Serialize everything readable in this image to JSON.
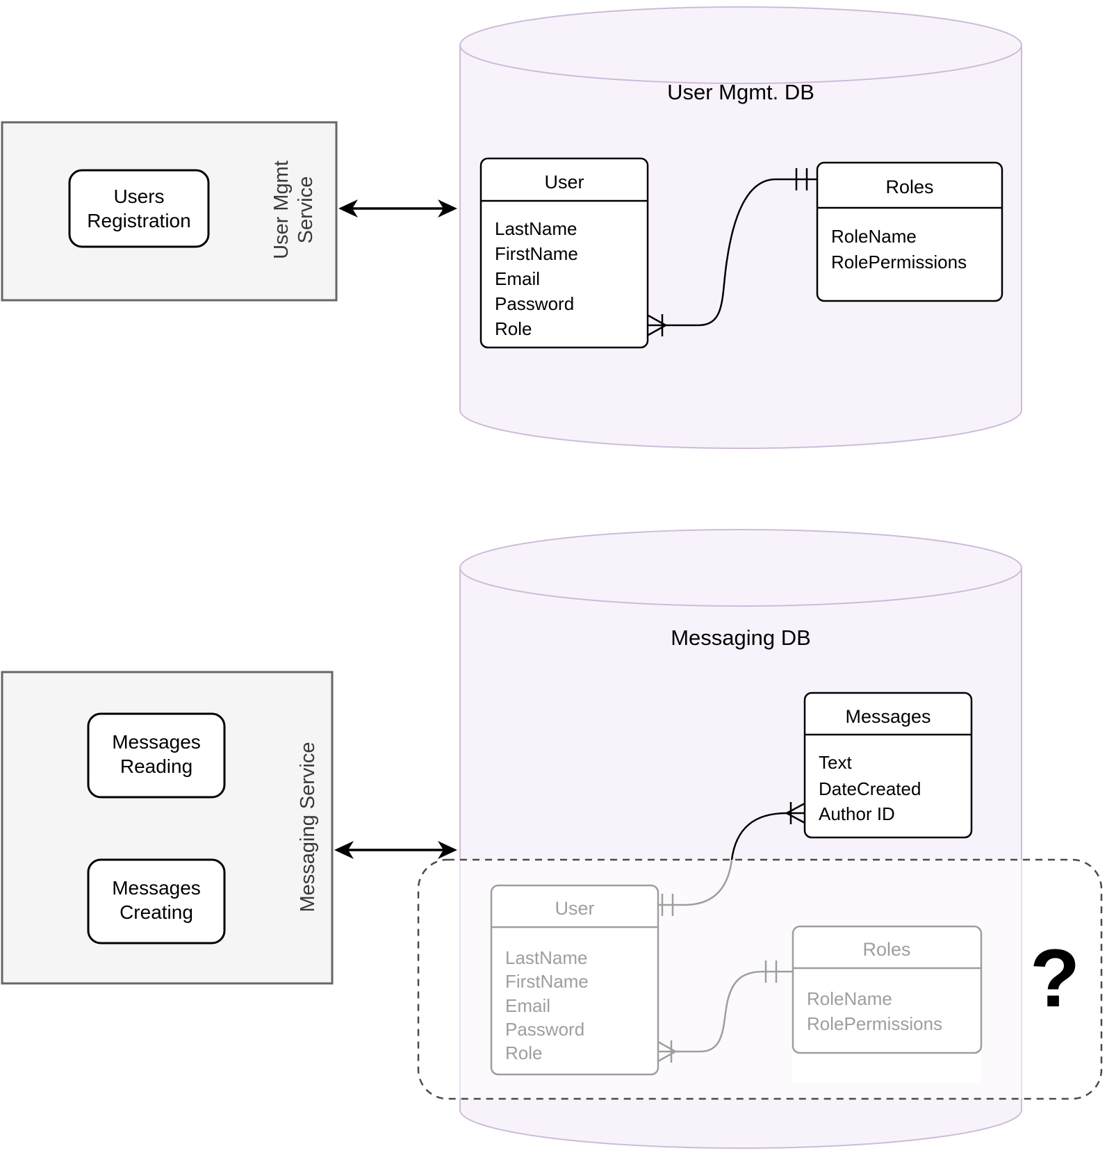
{
  "colors": {
    "db_fill": "#f8f3fa",
    "db_stroke": "#cdbbd9",
    "service_fill": "#f5f5f5",
    "service_stroke": "#666666",
    "ghost_gray": "#9e9e9e",
    "question_mark": "#f9898d",
    "dashed_border": "#4a4a4a"
  },
  "user_mgmt": {
    "db_title": "User Mgmt. DB",
    "service_label_line1": "User Mgmt",
    "service_label_line2": "Service",
    "process_registration_line1": "Users",
    "process_registration_line2": "Registration",
    "user_table": {
      "title": "User",
      "fields": [
        "LastName",
        "FirstName",
        "Email",
        "Password",
        "Role"
      ]
    },
    "roles_table": {
      "title": "Roles",
      "fields": [
        "RoleName",
        "RolePermissions"
      ]
    }
  },
  "messaging": {
    "db_title": "Messaging DB",
    "service_label": "Messaging Service",
    "process_reading_line1": "Messages",
    "process_reading_line2": "Reading",
    "process_creating_line1": "Messages",
    "process_creating_line2": "Creating",
    "messages_table": {
      "title": "Messages",
      "fields": [
        "Text",
        "DateCreated",
        "Author ID"
      ]
    },
    "ghost_user_table": {
      "title": "User",
      "fields": [
        "LastName",
        "FirstName",
        "Email",
        "Password",
        "Role"
      ]
    },
    "ghost_roles_table": {
      "title": "Roles",
      "fields": [
        "RoleName",
        "RolePermissions"
      ]
    },
    "unknown_marker": "?"
  }
}
